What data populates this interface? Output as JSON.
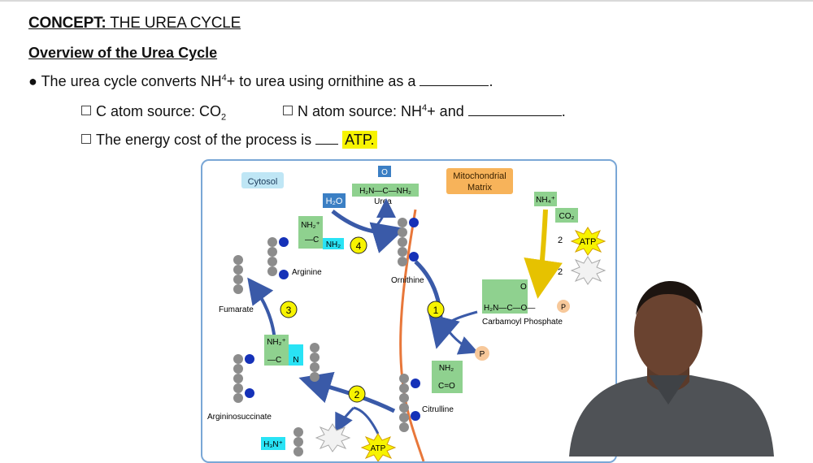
{
  "header": {
    "concept_label": "CONCEPT:",
    "concept_title": "THE UREA CYCLE",
    "subtitle": "Overview of the Urea Cycle"
  },
  "bullets": {
    "main_prefix": "The urea cycle converts NH",
    "main_sup": "4",
    "main_suffix": "+ to urea using ornithine as a",
    "main_end": ".",
    "c_atom_prefix": "C atom source: CO",
    "c_atom_sub": "2",
    "n_atom_prefix": "N atom source: NH",
    "n_atom_sup": "4",
    "n_atom_suffix": "+ and",
    "n_atom_end": ".",
    "energy_prefix": "The energy cost of the process is",
    "energy_atp": "ATP."
  },
  "diagram": {
    "cytosol": "Cytosol",
    "mito_line1": "Mitochondrial",
    "mito_line2": "Matrix",
    "urea": "Urea",
    "h2o": "H",
    "arginine": "Arginine",
    "ornithine": "Ornithine",
    "fumarate": "Fumarate",
    "argininosuccinate": "Argininosuccinate",
    "citrulline": "Citrulline",
    "carbamoyl_phosphate": "Carbamoyl Phosphate",
    "atp": "ATP",
    "pi": "P",
    "two": "2",
    "steps": [
      "1",
      "2",
      "3",
      "4"
    ],
    "colors": {
      "molecule_green": "#8fd18f",
      "cyan": "#29e3f5",
      "blue_bead": "#1531b8",
      "gray_bead": "#8c8c8c",
      "membrane": "#e8773a",
      "arrow": "#3a5aa8",
      "atp_star": "#f7f300"
    }
  }
}
